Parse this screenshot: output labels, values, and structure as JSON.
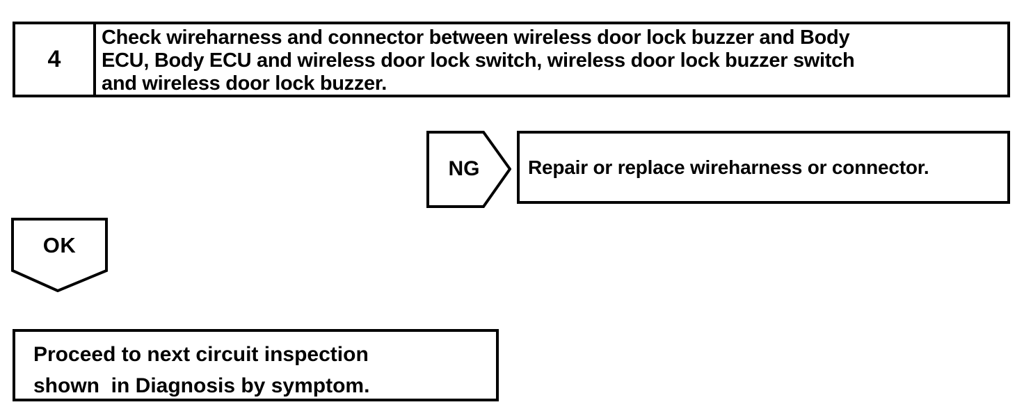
{
  "page": {
    "background_color": "#ffffff",
    "ink_color": "#000000"
  },
  "flowchart": {
    "step": {
      "number": "4",
      "instruction_lines": [
        "Check wireharness and connector between wireless door lock buzzer and Body",
        "ECU, Body ECU and wireless door lock switch, wireless door lock buzzer switch",
        "and wireless door lock buzzer."
      ]
    },
    "ng_branch": {
      "label": "NG",
      "connector_shape": "pentagon-arrow-right",
      "result": "Repair or replace wireharness or connector."
    },
    "ok_branch": {
      "label": "OK",
      "connector_shape": "pentagon-arrow-down",
      "result_lines": [
        "Proceed to next circuit inspection",
        "shown  in Diagnosis by symptom."
      ]
    }
  }
}
